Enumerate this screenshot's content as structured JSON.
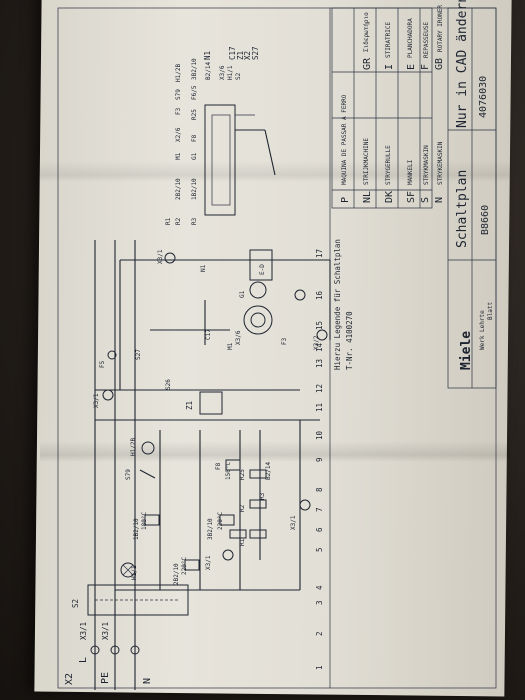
{
  "terminals_left": [
    "X2",
    "L",
    "X3/1",
    "PE",
    "X3/1",
    "N"
  ],
  "components": {
    "s2": "S2",
    "h1_1": "H1/1",
    "h1_2b": "H1/2B",
    "s79": "S79",
    "b2_10": "1B2/10",
    "t1": "180°C",
    "b2_10b": "2B2/10",
    "t2": "220°C",
    "b3b2": "3B2/10",
    "t3": "220°C",
    "f8": "F8",
    "t4": "150°C",
    "r25": "R25",
    "r1": "R1",
    "r2": "R2",
    "r3": "R3",
    "b2_14": "B2/14",
    "x3_1a": "X3/1",
    "x3_1b": "X3/1",
    "z1": "Z1",
    "s26": "S26",
    "s27": "S27",
    "c17": "C17",
    "x3_6": "X3/6",
    "g1": "G1",
    "m1": "M1",
    "n1": "N1",
    "f3": "F3",
    "x3_1c": "X3/1",
    "x3_2": "X3/2",
    "ed": "E-D",
    "f5": "F5",
    "x3_1d": "X3/1",
    "x3_1e": "X3/1",
    "x3_1f": "X3/1"
  },
  "ladder_numbers": [
    "1",
    "2",
    "3",
    "4",
    "5",
    "6",
    "7",
    "8",
    "9",
    "10",
    "11",
    "12",
    "13",
    "14",
    "15",
    "16",
    "17"
  ],
  "legend_note": [
    "Hierzu Legende für Schaltplan",
    "T-Nr. 4100270"
  ],
  "language_table": [
    {
      "code": "P",
      "text": "MAQUINA DE PASSAR A FERRO"
    },
    {
      "code": "NL",
      "text": "STRIJKMACHINE"
    },
    {
      "code": "GR",
      "text": "Σιδερωτήριο"
    },
    {
      "code": "DK",
      "text": "STRYGERULLE"
    },
    {
      "code": "I",
      "text": "STIRATRICE"
    },
    {
      "code": "SF",
      "text": "MANKELI"
    },
    {
      "code": "E",
      "text": "PLANCHADORA"
    },
    {
      "code": "S",
      "text": "STRYKMASKIN"
    },
    {
      "code": "F",
      "text": "REPASSEUSE"
    },
    {
      "code": "N",
      "text": "STRYKEMASKIN"
    },
    {
      "code": "GB",
      "text": "ROTARY IRONER"
    }
  ],
  "title_block": {
    "cad_note": "Nur in CAD ändern",
    "drawing_title": "Schaltplan",
    "model": "B8660",
    "drawing_number": "4076030",
    "brand": "Miele",
    "brand_sub": "Werk Lehrte",
    "rev": "Blatt"
  },
  "top_labels": [
    "R1",
    "R2",
    "2B2/10",
    "M1",
    "X2/6",
    "F3",
    "S79",
    "H1/2B",
    "1B2/10",
    "G1",
    "F8",
    "R25",
    "F6/5",
    "3B2/10",
    "B2/14",
    "R3",
    "X3/6",
    "H1/1",
    "S2",
    "N1",
    "X2",
    "C17",
    "Z1",
    "S27"
  ]
}
